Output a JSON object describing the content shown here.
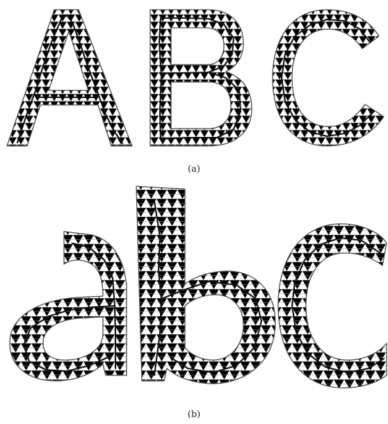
{
  "figure": {
    "panels": [
      {
        "caption": "(a)",
        "glyphs": [
          "A",
          "B",
          "C"
        ],
        "case": "uppercase"
      },
      {
        "caption": "(b)",
        "glyphs": [
          "a",
          "b",
          "c"
        ],
        "case": "lowercase"
      }
    ],
    "colors": {
      "mesh": "#9a9a9a",
      "outline": "#4a4a4a",
      "skeleton": "#111111",
      "background": "#ffffff"
    }
  }
}
